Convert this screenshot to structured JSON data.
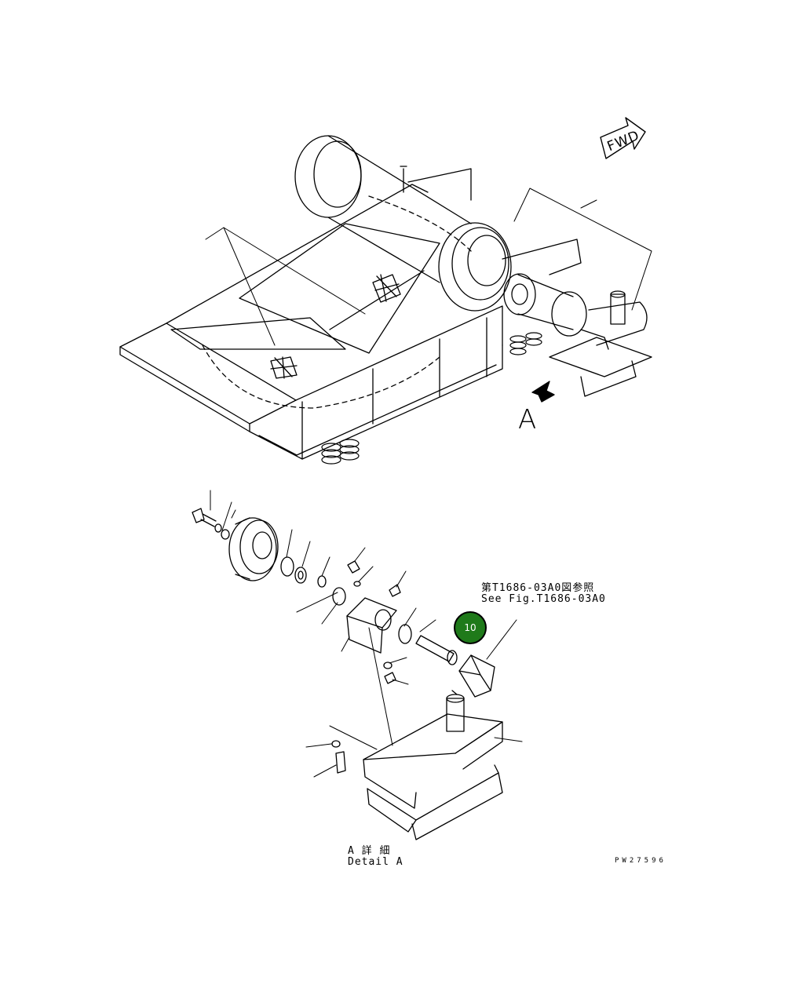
{
  "fwd_label": "FWD",
  "view_marker": "A",
  "reference": {
    "jp": "第T1686-03A0図参照",
    "en": "See Fig.T1686-03A0"
  },
  "callout": {
    "number": "10",
    "color": "#1f7a1a"
  },
  "detail": {
    "jp": "A 詳 細",
    "en": "Detail A"
  },
  "drawing_id": "PW27596"
}
